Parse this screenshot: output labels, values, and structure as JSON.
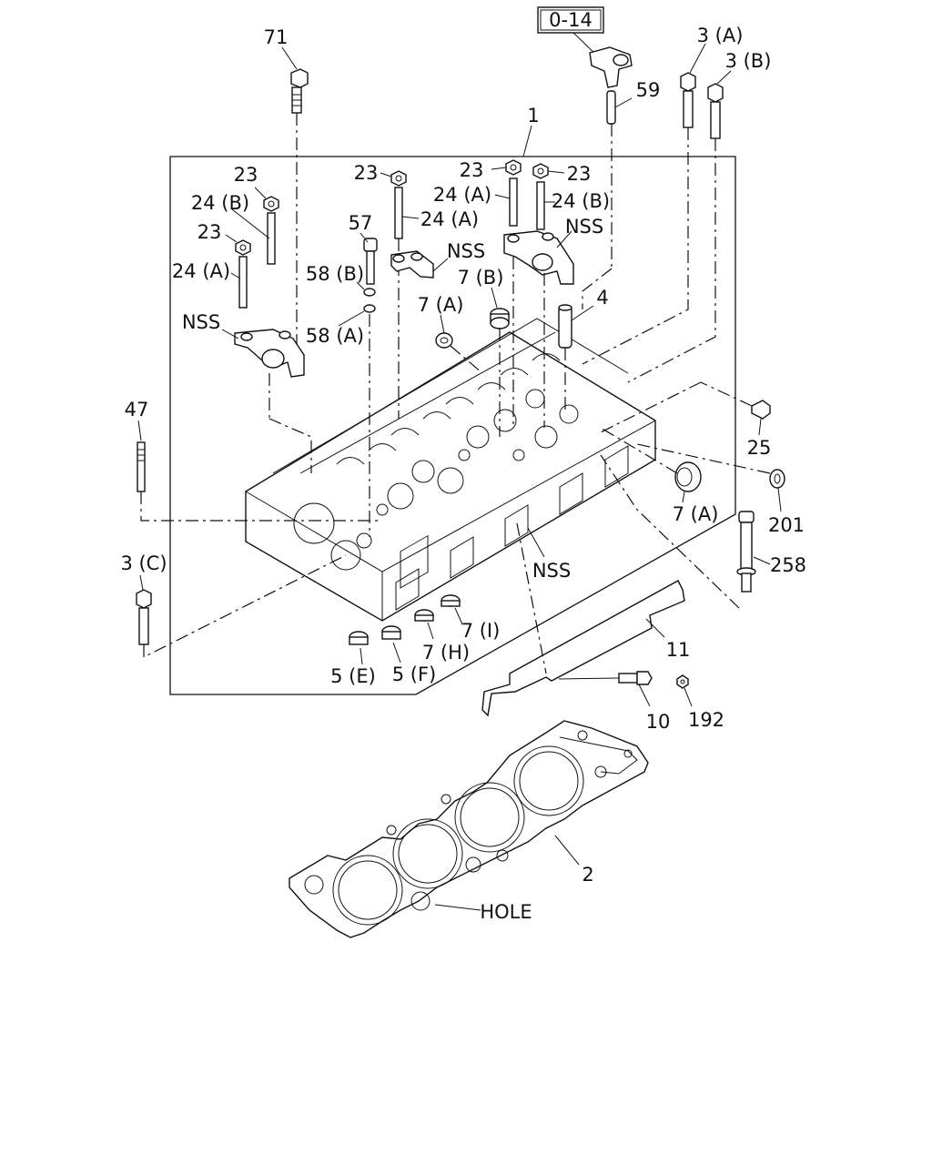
{
  "diagram": {
    "box_ref": "0-14",
    "labels": {
      "l71": "71",
      "l59": "59",
      "l3a": "3 (A)",
      "l3b": "3 (B)",
      "l1": "1",
      "l23a": "23",
      "l24b_a": "24 (B)",
      "l23b": "23",
      "l24a_a": "24 (A)",
      "nss_a": "NSS",
      "l23c": "23",
      "l24a_b": "24 (A)",
      "l57": "57",
      "nss_b": "NSS",
      "l58b": "58 (B)",
      "l58a": "58 (A)",
      "l23d": "23",
      "l24a_c": "24 (A)",
      "l23e": "23",
      "l24b_b": "24 (B)",
      "nss_c": "NSS",
      "l7b": "7 (B)",
      "l7a_a": "7 (A)",
      "l4": "4",
      "l47": "47",
      "l25": "25",
      "l201": "201",
      "l7a_b": "7 (A)",
      "l258": "258",
      "nss_d": "NSS",
      "l3c": "3 (C)",
      "l7i": "7 (I)",
      "l7h": "7 (H)",
      "l5e": "5 (E)",
      "l5f": "5 (F)",
      "l11": "11",
      "l10": "10",
      "l192": "192",
      "l2": "2",
      "hole": "HOLE"
    }
  }
}
